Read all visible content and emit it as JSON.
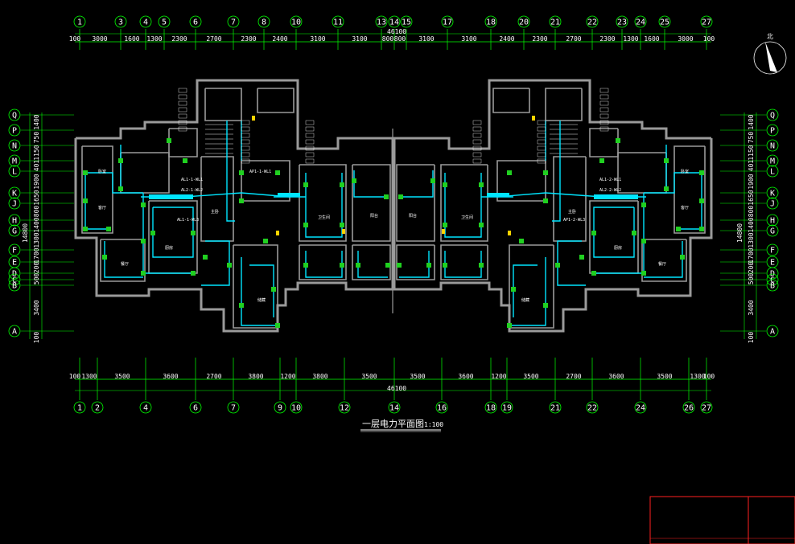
{
  "drawing": {
    "title": "一层电力平面图",
    "scale": "1:100",
    "north_label": "北",
    "total_dimension_top": "46100",
    "total_dimension_bottom": "46100"
  },
  "top_axes": [
    "1",
    "3",
    "4",
    "5",
    "6",
    "7",
    "8",
    "10",
    "11",
    "13",
    "14",
    "15",
    "17",
    "18",
    "20",
    "21",
    "22",
    "23",
    "24",
    "25",
    "27"
  ],
  "top_dimensions": [
    "100",
    "3000",
    "1600",
    "1300",
    "2300",
    "2700",
    "2300",
    "2400",
    "3100",
    "3100",
    "800",
    "800",
    "3100",
    "3100",
    "2400",
    "2300",
    "2700",
    "2300",
    "1300",
    "1600",
    "3000",
    "100"
  ],
  "bottom_axes": [
    "1",
    "2",
    "4",
    "6",
    "7",
    "9",
    "10",
    "12",
    "14",
    "16",
    "18",
    "19",
    "21",
    "22",
    "24",
    "26",
    "27"
  ],
  "bottom_dimensions": [
    "100",
    "1300",
    "3500",
    "3600",
    "2700",
    "3800",
    "1200",
    "3800",
    "3500",
    "3500",
    "3600",
    "1200",
    "3500",
    "2700",
    "3600",
    "3500",
    "1300",
    "100"
  ],
  "left_axes": [
    "Q",
    "P",
    "N",
    "M",
    "L",
    "K",
    "J",
    "H",
    "G",
    "F",
    "E",
    "D",
    "C",
    "B",
    "A"
  ],
  "right_axes": [
    "Q",
    "P",
    "N",
    "M",
    "L",
    "K",
    "J",
    "H",
    "G",
    "F",
    "E",
    "D",
    "C",
    "B",
    "A"
  ],
  "side_dimensions": [
    "1400",
    "750",
    "1150",
    "401",
    "1900",
    "1650",
    "800",
    "1400",
    "1300",
    "1700",
    "200",
    "500",
    "3400",
    "100"
  ],
  "side_total": "14800",
  "panel_labels": [
    "AL1-1-WL1",
    "AL2-1-WL2",
    "AL1-1-WL3",
    "AP1-1-WL1",
    "AL1-2-WL1",
    "AL2-2-WL2",
    "AP1-2-WL3"
  ],
  "room_labels": [
    "卧室",
    "客厅",
    "厨房",
    "卫生间",
    "阳台",
    "餐厅",
    "主卧",
    "储藏"
  ],
  "colors": {
    "wall": "#9a9a9a",
    "wire": "#00e5ff",
    "device": "#20d020",
    "axis": "#00ff00",
    "text": "#ffffff",
    "title_frame": "#ff2020",
    "accent_yellow": "#ffd400"
  }
}
